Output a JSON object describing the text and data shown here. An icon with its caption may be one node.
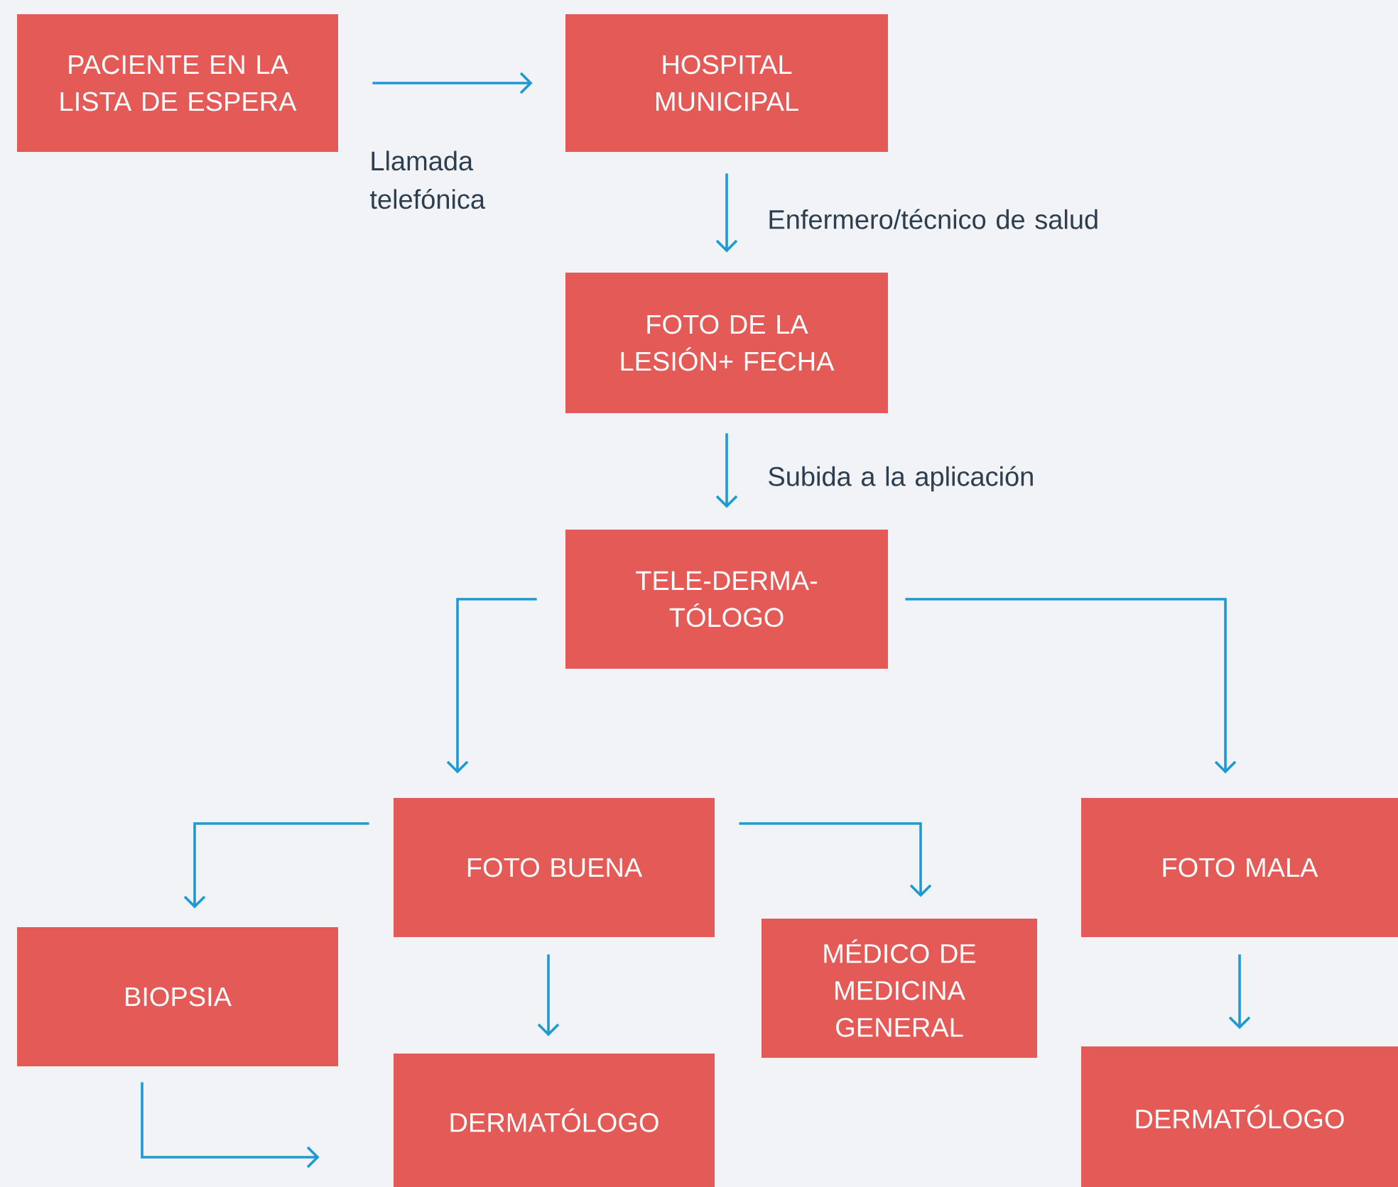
{
  "diagram": {
    "nodes": [
      {
        "text": [
          "PACIENTE EN LA LISTA DE ESPERA"
        ]
      },
      {
        "text": [
          "HOSPITAL MUNICIPAL"
        ]
      },
      {
        "text": [
          "FOTO DE LA LESIÓN+ FECHA"
        ]
      },
      {
        "text": [
          "TELE-DERMA- TÓLOGO"
        ]
      },
      {
        "text": [
          "FOTO BUENA"
        ]
      },
      {
        "text": [
          "FOTO MALA"
        ]
      },
      {
        "text": [
          "BIOPSIA"
        ]
      },
      {
        "text": [
          "MÉDICO DE MEDICINA GENERAL"
        ]
      },
      {
        "text": [
          "DERMATÓLOGO"
        ]
      },
      {
        "text": [
          "DERMATÓLOGO"
        ]
      }
    ],
    "edges": [
      {
        "from": 0,
        "to": 1,
        "arrow": "to",
        "label": "Llamada telefónica"
      },
      {
        "from": 1,
        "to": 2,
        "arrow": "to",
        "label": "Enfermero/técnico de salud"
      },
      {
        "from": 2,
        "to": 3,
        "arrow": "to",
        "label": "Subida a la aplicación"
      },
      {
        "from": 3,
        "to": 4,
        "arrow": "to"
      },
      {
        "from": 3,
        "to": 5,
        "arrow": "to"
      },
      {
        "from": 4,
        "to": 6,
        "arrow": "to"
      },
      {
        "from": 4,
        "to": 7,
        "arrow": "to"
      },
      {
        "from": 4,
        "to": 8,
        "arrow": "to"
      },
      {
        "from": 6,
        "to": 8,
        "arrow": "to"
      },
      {
        "from": 5,
        "to": 9,
        "arrow": "to"
      }
    ]
  }
}
